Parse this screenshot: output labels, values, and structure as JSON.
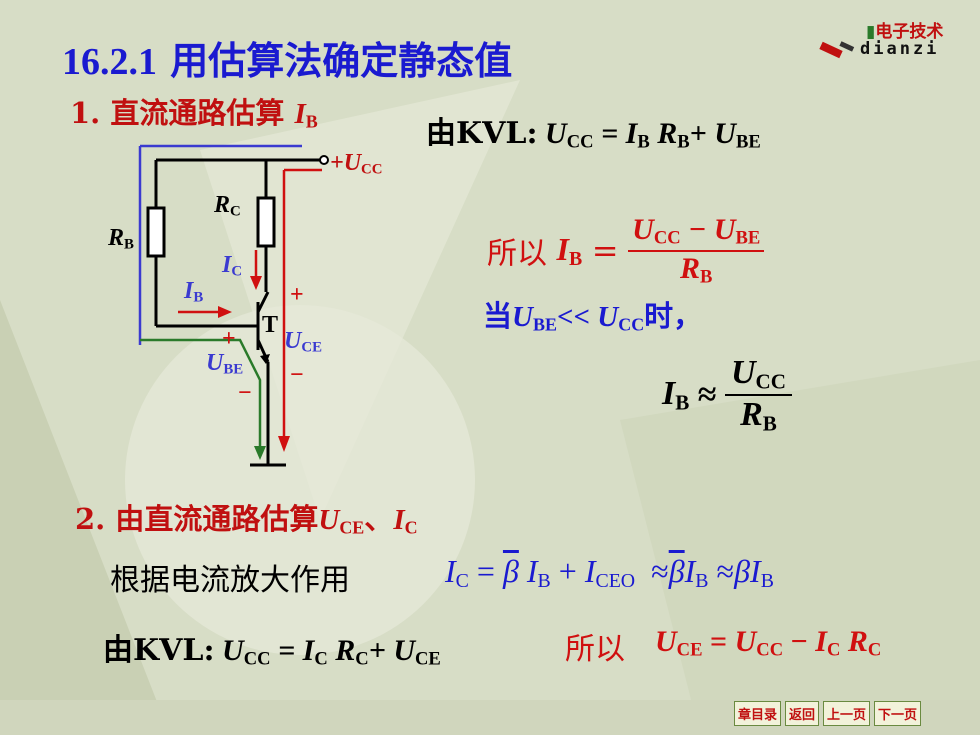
{
  "title": {
    "number": "16.2.1",
    "text": "用估算法确定静态值"
  },
  "logo": {
    "cn": "电子技术",
    "en": "dianzi"
  },
  "section1": {
    "prefix": "1. 直流通路估算",
    "sym": "I",
    "sub": "B"
  },
  "kvl1": {
    "lead": "由KVL:",
    "text": "UCC = IB RB+ UBE"
  },
  "formula1": {
    "lead": "所以",
    "lhs": "I",
    "lhs_sub": "B",
    "eq": "=",
    "num": "UCC − UBE",
    "den": "R",
    "den_sub": "B"
  },
  "condition": {
    "lead": "当",
    "text": "UBE<< UCC",
    "tail": "时，"
  },
  "formula2": {
    "lhs": "I",
    "lhs_sub": "B",
    "approx": "≈",
    "num": "U",
    "num_sub": "CC",
    "den": "R",
    "den_sub": "B"
  },
  "circuit": {
    "labels": {
      "vcc_plus": "+",
      "vcc": "U",
      "vcc_sub": "CC",
      "rc": "R",
      "rc_sub": "C",
      "rb": "R",
      "rb_sub": "B",
      "ic": "I",
      "ic_sub": "C",
      "ib": "I",
      "ib_sub": "B",
      "t": "T",
      "ube": "U",
      "ube_sub": "BE",
      "uce": "U",
      "uce_sub": "CE",
      "plus": "+",
      "minus": "−"
    }
  },
  "section2": {
    "prefix": "2. 由直流通路估算",
    "items": "UCE、IC"
  },
  "amplify": {
    "lead": "根据电流放大作用",
    "eq": "IC = β IB + ICEO  ≈β IB ≈βIB"
  },
  "kvl2": {
    "lead": "由KVL:",
    "text": "UCC = IC RC+ UCE"
  },
  "result": {
    "lead": "所以",
    "text": "UCE = UCC − IC RC"
  },
  "nav": {
    "chapter": "章目录",
    "back": "返回",
    "prev": "上一页",
    "next": "下一页"
  },
  "colors": {
    "red": "#c01010",
    "blue": "#1a1ad0",
    "green": "#2a7a2a"
  }
}
